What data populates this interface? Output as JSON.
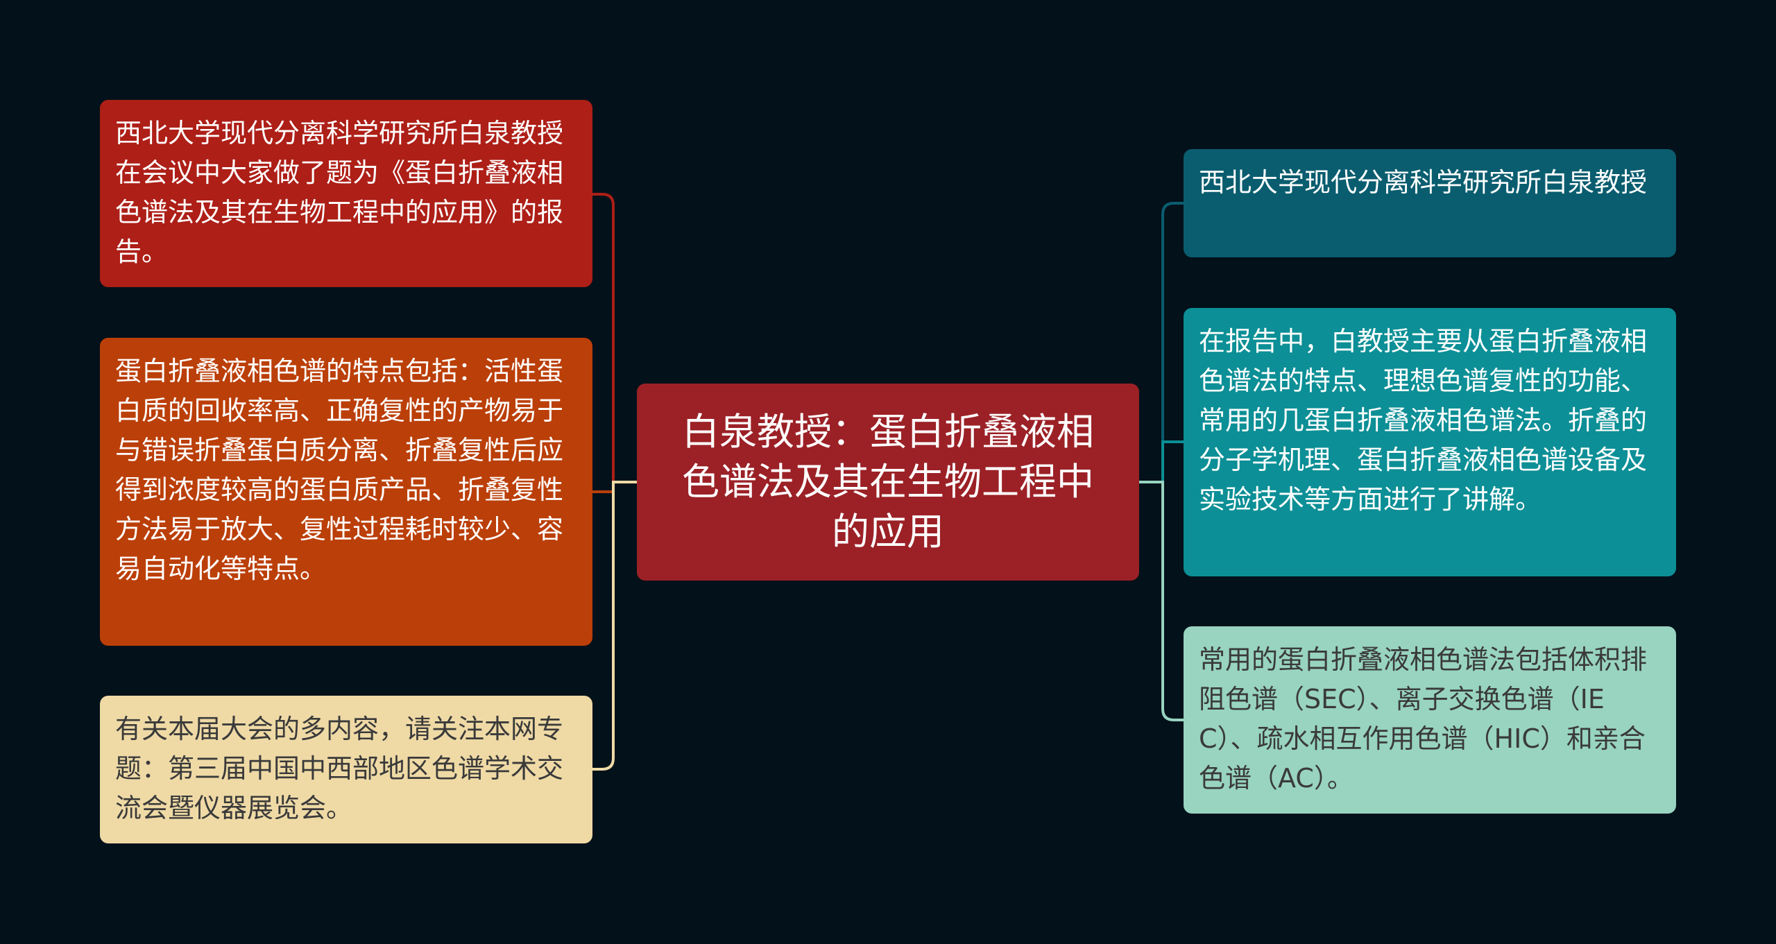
{
  "central": {
    "text": "白泉教授：蛋白折叠液相色谱法及其在生物工程中的应用"
  },
  "left_branches": [
    {
      "text": "西北大学现代分离科学研究所白泉教授在会议中大家做了题为《蛋白折叠液相色谱法及其在生物工程中的应用》的报告。",
      "color": "#ad1f17"
    },
    {
      "text": "蛋白折叠液相色谱的特点包括：活性蛋白质的回收率高、正确复性的产物易于与错误折叠蛋白质分离、折叠复性后应得到浓度较高的蛋白质产品、折叠复性方法易于放大、复性过程耗时较少、容易自动化等特点。",
      "color": "#bb3f08"
    },
    {
      "text": "有关本届大会的多内容，请关注本网专题：第三届中国中西部地区色谱学术交流会暨仪器展览会。",
      "color": "#efdaa6"
    }
  ],
  "right_branches": [
    {
      "text": "西北大学现代分离科学研究所白泉教授",
      "color": "#0a5d6f"
    },
    {
      "text": "在报告中，白教授主要从蛋白折叠液相色谱法的特点、理想色谱复性的功能、常用的几蛋白折叠液相色谱法。折叠的分子学机理、蛋白折叠液相色谱设备及实验技术等方面进行了讲解。",
      "color": "#0c8f96"
    },
    {
      "text": "常用的蛋白折叠液相色谱法包括体积排阻色谱（SEC）、离子交换色谱（IEC）、疏水相互作用色谱（HIC）和亲合色谱（AC）。",
      "color": "#98d4c0"
    }
  ],
  "connector_colors": {
    "left": [
      "#ad1f17",
      "#bb3f08",
      "#efdaa6"
    ],
    "right": [
      "#0a5d6f",
      "#0c8f96",
      "#98d4c0"
    ]
  }
}
